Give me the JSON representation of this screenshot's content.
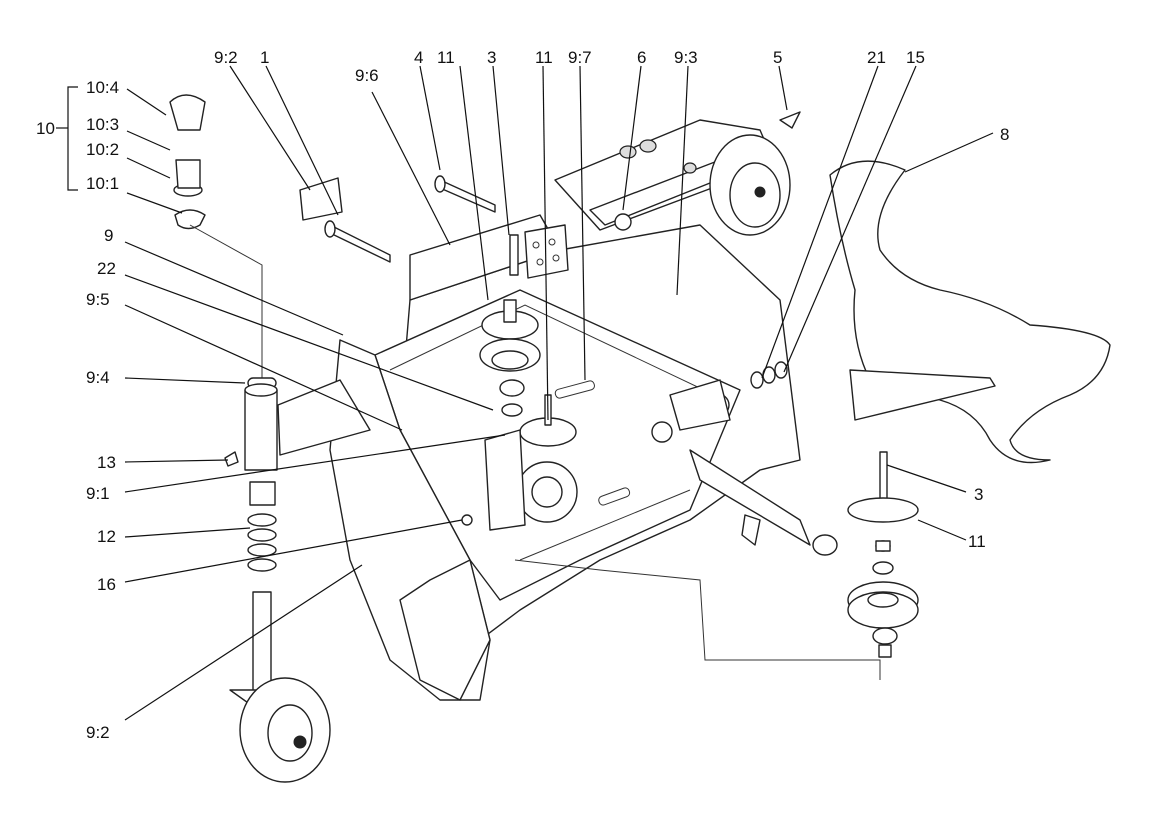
{
  "callouts": {
    "c10_4": "10:4",
    "c10_3": "10:3",
    "c10_2": "10:2",
    "c10_1": "10:1",
    "c10": "10",
    "c9_2_top": "9:2",
    "c1": "1",
    "c9_6": "9:6",
    "c4": "4",
    "c11_a": "11",
    "c3_top": "3",
    "c11_b": "11",
    "c9_7": "9:7",
    "c6": "6",
    "c9_3": "9:3",
    "c5": "5",
    "c21": "21",
    "c15": "15",
    "c8": "8",
    "c9": "9",
    "c22": "22",
    "c9_5": "9:5",
    "c9_4": "9:4",
    "c13": "13",
    "c9_1": "9:1",
    "c12": "12",
    "c16": "16",
    "c9_2_bottom": "9:2",
    "c3_right": "3",
    "c11_right": "11"
  }
}
